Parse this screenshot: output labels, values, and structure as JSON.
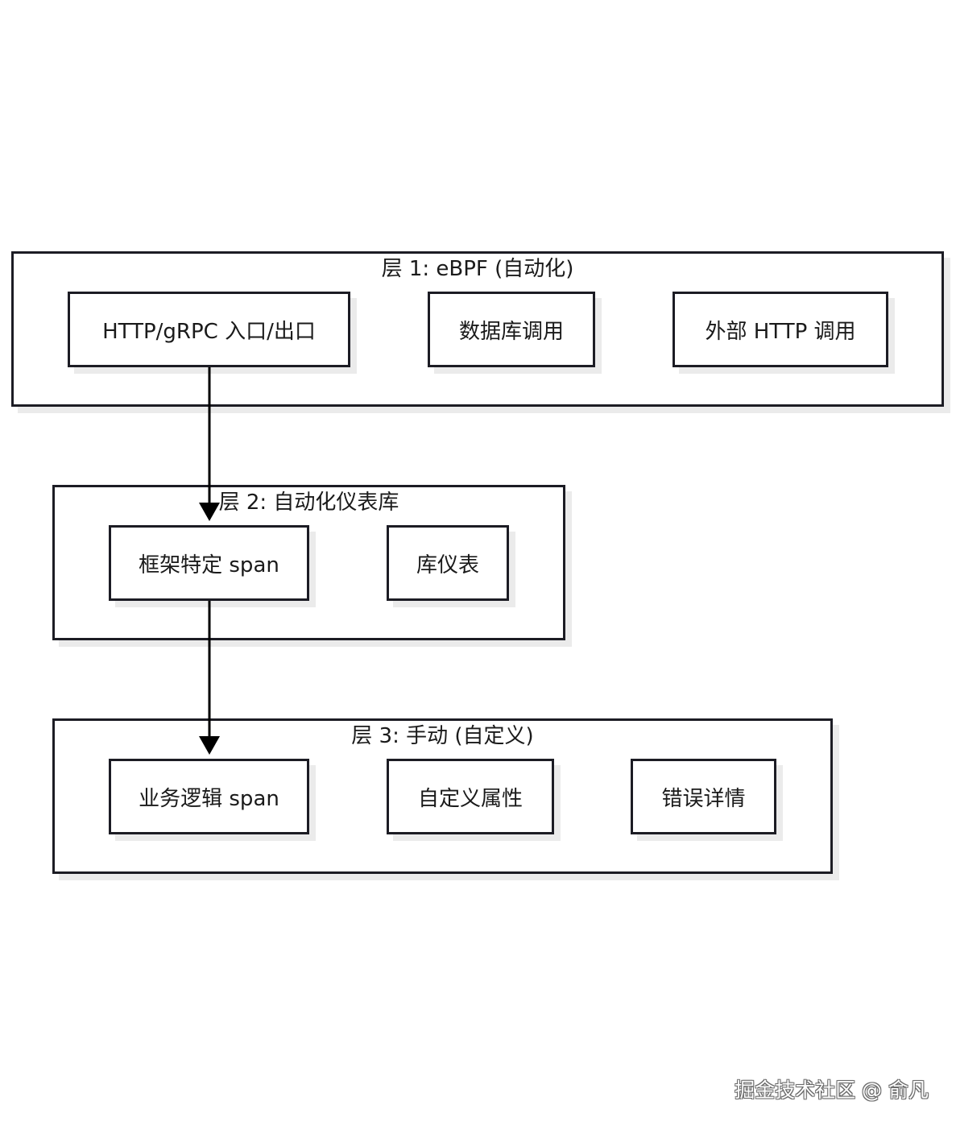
{
  "layers": [
    {
      "title": "层 1: eBPF (自动化)",
      "nodes": [
        "HTTP/gRPC 入口/出口",
        "数据库调用",
        "外部 HTTP 调用"
      ]
    },
    {
      "title": "层 2: 自动化仪表库",
      "nodes": [
        "框架特定 span",
        "库仪表"
      ]
    },
    {
      "title": "层 3: 手动 (自定义)",
      "nodes": [
        "业务逻辑 span",
        "自定义属性",
        "错误详情"
      ]
    }
  ],
  "watermark": "掘金技术社区 @ 俞凡",
  "colors": {
    "stroke": "#1c1c24",
    "background": "#ffffff"
  }
}
